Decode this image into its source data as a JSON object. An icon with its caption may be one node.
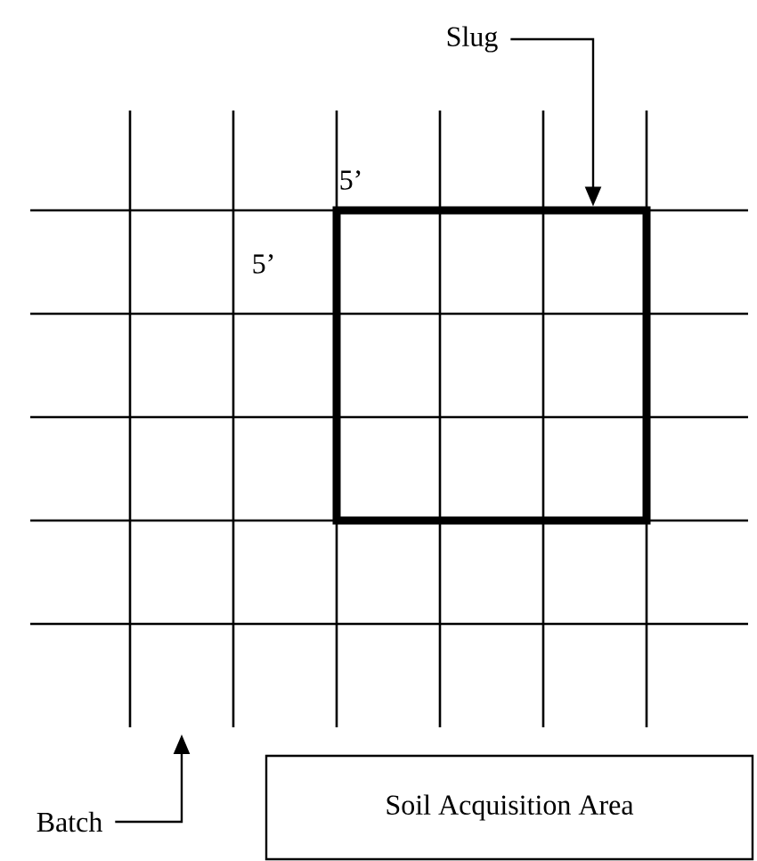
{
  "diagram": {
    "nodes": [
      {
        "text": [
          "Slug"
        ]
      },
      {
        "text": [],
        "shape": "box"
      },
      {
        "text": [
          "Batch"
        ]
      },
      {
        "text": [
          "Soil Acquisition Area"
        ]
      }
    ],
    "edges": [
      {
        "from": 0,
        "to": 1,
        "arrow": "to"
      },
      {
        "from": 2,
        "to": null,
        "arrow": "to"
      }
    ],
    "labels": [
      "5’",
      "5’"
    ]
  }
}
